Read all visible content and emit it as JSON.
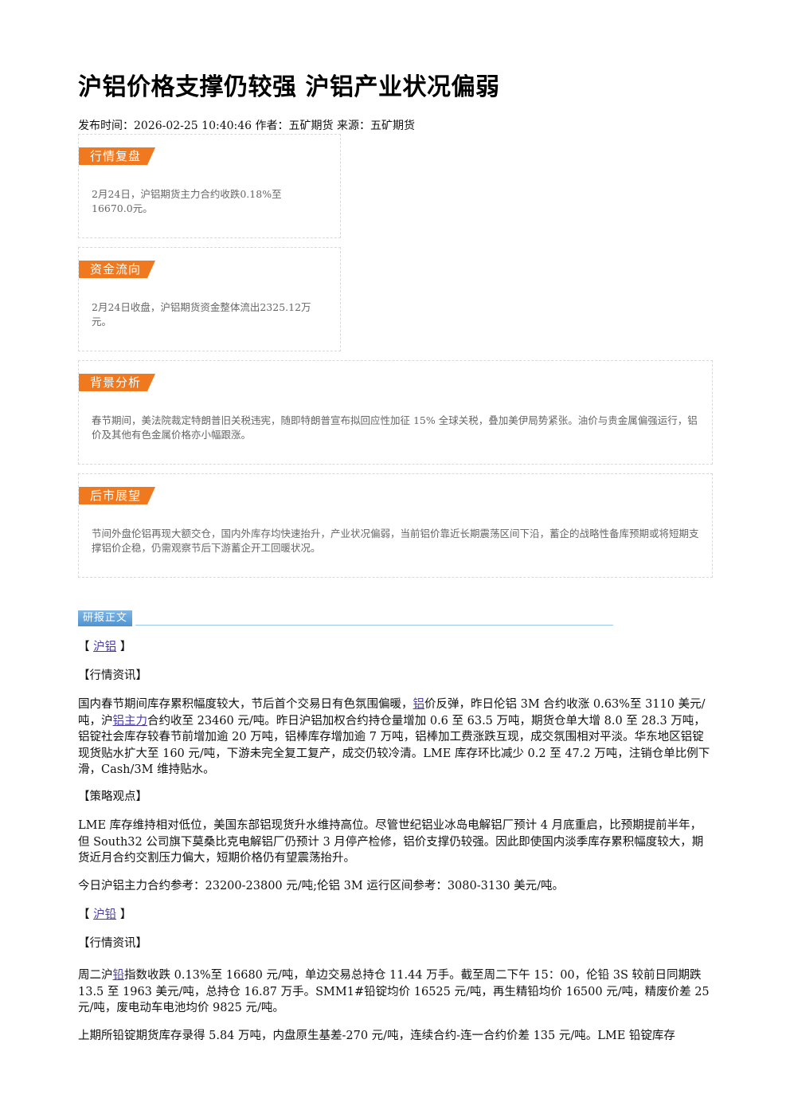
{
  "article": {
    "title": "沪铝价格支撑仍较强 沪铝产业状况偏弱",
    "meta": "发布时间：2026-02-25 10:40:46 作者：五矿期货 来源：五矿期货"
  },
  "cards": {
    "market_review": {
      "tag": "行情复盘",
      "text": "2月24日，沪铝期货主力合约收跌0.18%至16670.0元。"
    },
    "fund_flow": {
      "tag": "资金流向",
      "text": "2月24日收盘，沪铝期货资金整体流出2325.12万元。"
    },
    "background": {
      "tag": "背景分析",
      "text": "春节期间，美法院裁定特朗普旧关税违宪，随即特朗普宣布拟回应性加征 15% 全球关税，叠加美伊局势紧张。油价与贵金属偏强运行，铝价及其他有色金属价格亦小幅跟涨。"
    },
    "outlook": {
      "tag": "后市展望",
      "text": "节间外盘伦铝再现大额交仓，国内外库存均快速抬升，产业状况偏弱，当前铝价靠近长期震荡区间下沿，蓄企的战略性备库预期或将短期支撑铝价企稳，仍需观察节后下游蓄企开工回暖状况。"
    }
  },
  "report": {
    "tag": "研报正文",
    "sec1_bracket_open": "【",
    "sec1_link": "沪铝",
    "sec1_bracket_close": "】",
    "sec1_sub1": "【行情资讯】",
    "p1_a": "国内春节期间库存累积幅度较大，节后首个交易日有色氛围偏暖，",
    "p1_link1": "铝",
    "p1_b": "价反弹，昨日伦铝 3M 合约收涨 0.63%至 3110 美元/吨，沪",
    "p1_link2": "铝主力",
    "p1_c": "合约收至 23460 元/吨。昨日沪铝加权合约持仓量增加 0.6 至 63.5 万吨，期货仓单大增 8.0 至 28.3 万吨，铝锭社会库存较春节前增加逾 20 万吨，铝棒库存增加逾 7 万吨，铝棒加工费涨跌互现，成交氛围相对平淡。华东地区铝锭现货贴水扩大至 160 元/吨，下游未完全复工复产，成交仍较冷清。LME 库存环比减少 0.2 至 47.2 万吨，注销仓单比例下滑，Cash/3M 维持贴水。",
    "sec1_sub2": "【策略观点】",
    "p2": "LME 库存维持相对低位，美国东部铝现货升水维持高位。尽管世纪铝业冰岛电解铝厂预计 4 月底重启，比预期提前半年，但 South32 公司旗下莫桑比克电解铝厂仍预计 3 月停产检修，铝价支撑仍较强。因此即使国内淡季库存累积幅度较大，期货近月合约交割压力偏大，短期价格仍有望震荡抬升。",
    "p3": "今日沪铝主力合约参考：23200-23800 元/吨;伦铝 3M 运行区间参考：3080-3130 美元/吨。",
    "sec2_bracket_open": "【",
    "sec2_link": "沪铅",
    "sec2_bracket_close": "】",
    "sec2_sub1": "【行情资讯】",
    "p4_a": "周二沪",
    "p4_link": "铅",
    "p4_b": "指数收跌 0.13%至 16680 元/吨，单边交易总持仓 11.44 万手。截至周二下午 15：00，伦铅 3S 较前日同期跌 13.5 至 1963 美元/吨，总持仓 16.87 万手。SMM1#铅锭均价 16525 元/吨，再生精铅均价 16500 元/吨，精废价差 25 元/吨，废电动车电池均价 9825 元/吨。",
    "p5": "上期所铅锭期货库存录得 5.84 万吨，内盘原生基差-270 元/吨，连续合约-连一合约价差 135 元/吨。LME 铅锭库存"
  }
}
